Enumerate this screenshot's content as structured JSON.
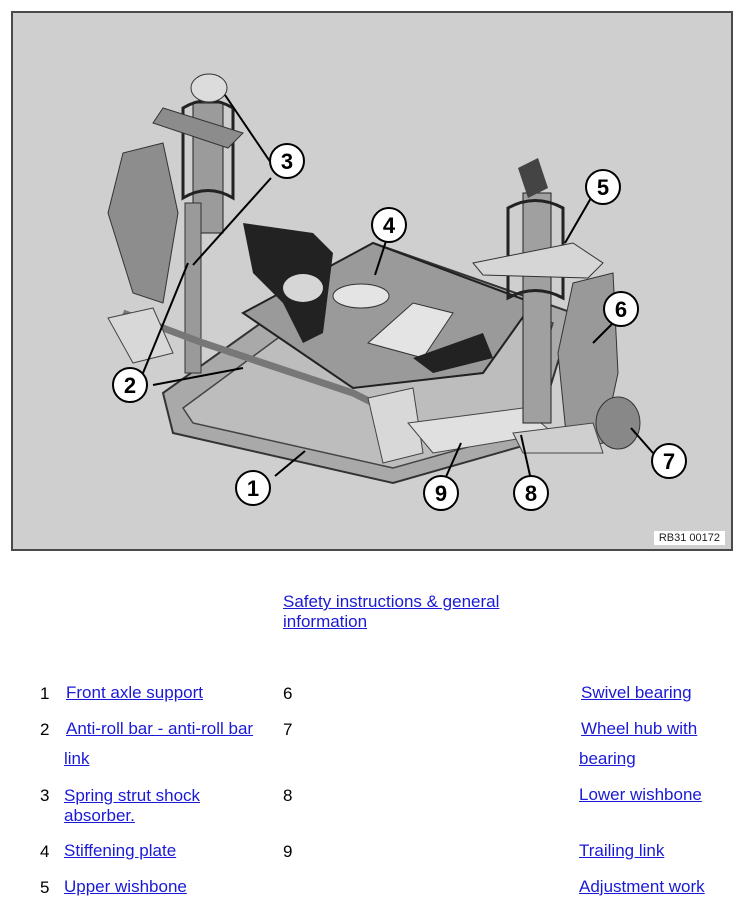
{
  "figure": {
    "code": "RB31 00172",
    "callouts": [
      "1",
      "2",
      "3",
      "4",
      "5",
      "6",
      "7",
      "8",
      "9"
    ]
  },
  "safety_link": "Safety instructions & general information",
  "legend": [
    {
      "num": "1",
      "label": "Front axle support"
    },
    {
      "num": "2",
      "label": "Anti-roll bar - anti-roll bar link"
    },
    {
      "num": "3",
      "label": "Spring strut shock absorber."
    },
    {
      "num": "4",
      "label": "Stiffening plate"
    },
    {
      "num": "5",
      "label": "Upper wishbone"
    },
    {
      "num": "6",
      "label": "Swivel bearing"
    },
    {
      "num": "7",
      "label": "Wheel hub with bearing"
    },
    {
      "num": "8",
      "label": "Lower wishbone"
    },
    {
      "num": "9",
      "label": "Trailing link"
    }
  ],
  "extra_link": "Adjustment work"
}
